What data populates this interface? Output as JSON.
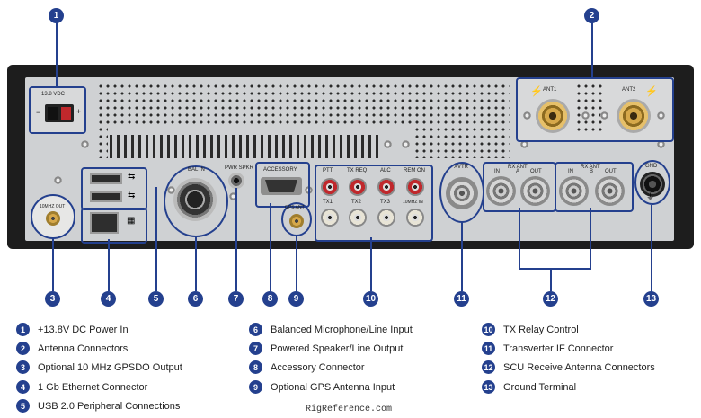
{
  "panel_labels": {
    "power": "13.8 VDC",
    "ant1": "ANT1",
    "ant2": "ANT2",
    "ten_mhz_out": "10MHZ OUT",
    "bal_in": "BAL IN",
    "pwr_spkr": "PWR SPKR",
    "accessory": "ACCESSORY",
    "gps_ant": "GPS ANT",
    "ptt": "PTT",
    "tx_req": "TX REQ",
    "alc": "ALC",
    "rem_on": "REM ON",
    "tx1": "TX1",
    "tx2": "TX2",
    "tx3": "TX3",
    "ten_mhz_in": "10MHZ IN",
    "xvtr": "XVTR",
    "rx_ant": "RX ANT",
    "in": "IN",
    "a": "A",
    "b": "B",
    "out": "OUT",
    "gnd": "GND",
    "minus": "−",
    "plus": "+"
  },
  "markers": [
    "1",
    "2",
    "3",
    "4",
    "5",
    "6",
    "7",
    "8",
    "9",
    "10",
    "11",
    "12",
    "13"
  ],
  "legend": [
    {
      "num": "1",
      "label": "+13.8V DC Power In"
    },
    {
      "num": "2",
      "label": "Antenna Connectors"
    },
    {
      "num": "3",
      "label": "Optional 10 MHz GPSDO Output"
    },
    {
      "num": "4",
      "label": "1 Gb Ethernet Connector"
    },
    {
      "num": "5",
      "label": "USB 2.0 Peripheral Connections"
    },
    {
      "num": "6",
      "label": "Balanced Microphone/Line Input"
    },
    {
      "num": "7",
      "label": "Powered Speaker/Line Output"
    },
    {
      "num": "8",
      "label": "Accessory Connector"
    },
    {
      "num": "9",
      "label": "Optional GPS Antenna Input"
    },
    {
      "num": "10",
      "label": "TX Relay Control"
    },
    {
      "num": "11",
      "label": "Transverter IF Connector"
    },
    {
      "num": "12",
      "label": "SCU Receive Antenna Connectors"
    },
    {
      "num": "13",
      "label": "Ground Terminal"
    }
  ],
  "footer": {
    "text": "RigReference.com"
  },
  "colors": {
    "accent": "#24408e",
    "chassis": "#1d1d1d",
    "panel": "#cfd1d3",
    "rca_red": "#c0282c"
  }
}
